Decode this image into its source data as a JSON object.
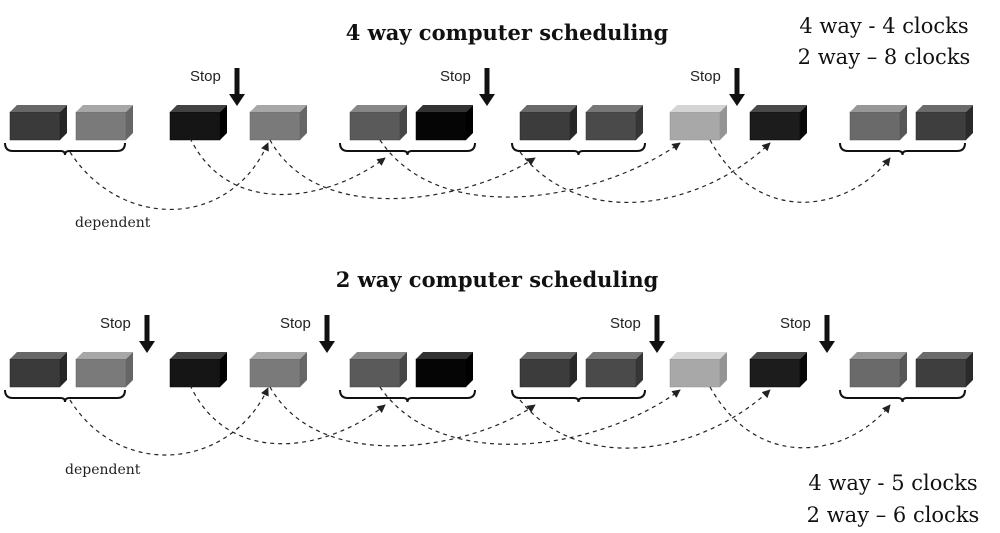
{
  "top": {
    "title": "4 way computer scheduling",
    "clocks": [
      "4 way - 4 clocks",
      "2 way – 8 clocks"
    ],
    "stop_label": "Stop",
    "dependent_label": "dependent"
  },
  "bottom": {
    "title": "2 way computer scheduling",
    "clocks": [
      "4 way - 5 clocks",
      "2 way – 6 clocks"
    ],
    "stop_label": "Stop",
    "dependent_label": "dependent"
  },
  "block_colors": [
    "#3a3a3a",
    "#7a7a7a",
    "#151515",
    "#7a7a7a",
    "#5a5a5a",
    "#050505",
    "#3c3c3c",
    "#4a4a4a",
    "#a8a8a8",
    "#1c1c1c",
    "#6a6a6a",
    "#3e3e3e"
  ]
}
